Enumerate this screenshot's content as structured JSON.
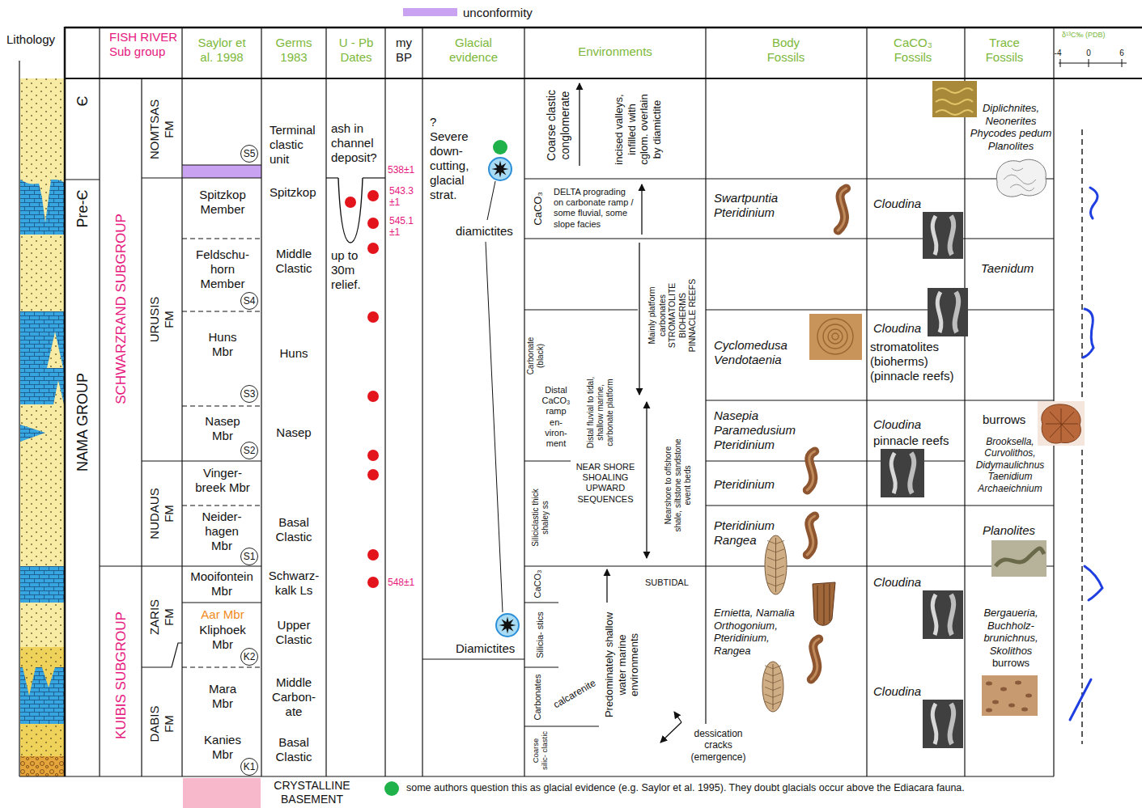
{
  "diagram": {
    "nodes": [
      {
        "text": [
          "S5"
        ]
      },
      {
        "text": [
          "S4"
        ]
      },
      {
        "text": [
          "S3"
        ]
      },
      {
        "text": [
          "S2"
        ]
      },
      {
        "text": [
          "S1"
        ]
      },
      {
        "text": [
          "K2"
        ]
      },
      {
        "text": [
          "K1"
        ]
      }
    ],
    "labels": [
      "Lithology",
      "FISH RIVER Sub group",
      "Saylor et al. 1998",
      "Germs 1983",
      "U - Pb Dates",
      "my BP",
      "Glacial evidence",
      "Environments",
      "Body Fossils",
      "CaCO₃ Fossils",
      "Trace Fossils",
      "δ¹³C‰ (PDB)",
      "-4",
      "0",
      "6",
      "Є",
      "Pre-Є",
      "NAMA GROUP",
      "SCHWARZRAND SUBGROUP",
      "KUIBIS SUBGROUP",
      "NOMTSAS FM",
      "URUSIS FM",
      "NUDAUS FM",
      "ZARIS FM",
      "DABIS FM",
      "Spitzkop Member",
      "Feldschu- horn Member",
      "Huns Mbr",
      "Nasep Mbr",
      "Vinger- breek Mbr",
      "Neider- hagen Mbr",
      "Mooifontein Mbr",
      "Aar Mbr",
      "Kliphoek Mbr",
      "Mara Mbr",
      "Kanies Mbr",
      "Terminal clastic unit",
      "Spitzkop",
      "Middle Clastic",
      "Huns",
      "Nasep",
      "Basal Clastic",
      "Schwarz- kalk Ls",
      "Upper Clastic",
      "Middle Carbon- ate",
      "Basal Clastic",
      "ash in channel deposit?",
      "up to 30m relief.",
      "538±1",
      "543.3 ±1",
      "545.1 ±1",
      "548±1",
      "? Severe down- cutting, glacial strat.",
      "diamictites",
      "Diamictites",
      "Coarse clastic conglomerate",
      "incised valleys, infilled with cglom. overlain by diamictite",
      "CaCO₃",
      "DELTA prograding on carbonate ramp / some fluvial, some slope facies",
      "Mainly platform carbonates STROMATOLITE BIOHERMS PINNACLE REEFS",
      "Carbonate (black)",
      "Distal CaCO₃ ramp en- viron- ment",
      "Distal fluvial to tidal, shallow marine, carbonate platform",
      "Nearshore to offshore shale, siltstone sandstone event beds",
      "NEAR SHORE SHOALING UPWARD SEQUENCES",
      "Siliciclastic thick shaley ss",
      "CaCO₃",
      "SUBTIDAL",
      "Silicia- stics",
      "Carbonates",
      "calcarenite",
      "Predominately shallow water marine environments",
      "dessication cracks (emergence)",
      "Coarse silic- clastic",
      "Swartpuntia Pteridinium",
      "Cyclomedusa Vendotaenia",
      "Nasepia Paramedusium Pteridinium",
      "Pteridinium",
      "Pteridinium Rangea",
      "Ernietta, Namalia Orthogonium, Pteridinium, Rangea",
      "Cloudina",
      "Cloudina",
      "stromatolites (bioherms) (pinnacle reefs)",
      "Cloudina",
      "pinnacle reefs",
      "Cloudina",
      "Cloudina",
      "Diplichnites, Neonerites Phycodes pedum Planolites",
      "Taenidum",
      "burrows",
      "Brooksella, Curvolithos, Didymaulichnus Taenidium Archaeichnium",
      "Planolites",
      "Bergaueria, Buchholz- brunichnus, Skolithos",
      "burrows",
      "CRYSTALLINE BASEMENT"
    ],
    "legend": [
      {
        "text": "unconformity",
        "color": "#c9a3f2"
      },
      {
        "text": "some authors question this as glacial evidence (e.g. Saylor et al. 1995). They doubt glacials occur above the Ediacara fauna.",
        "color": "#1fb24a"
      }
    ]
  }
}
